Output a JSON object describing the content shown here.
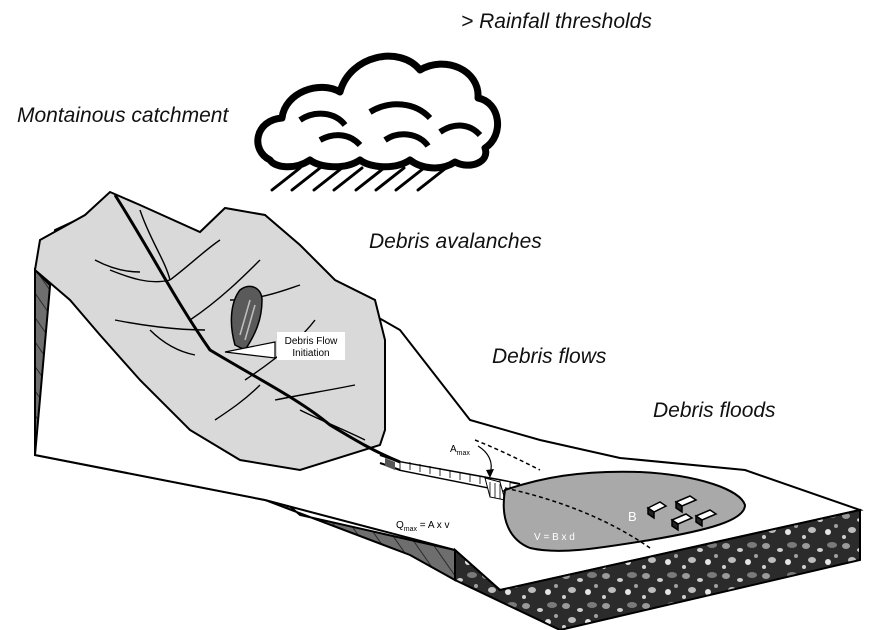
{
  "labels": {
    "rainfall": "> Rainfall thresholds",
    "catchment": "Montainous catchment",
    "avalanches": "Debris avalanches",
    "flows": "Debris flows",
    "floods": "Debris floods"
  },
  "figure": {
    "initiation_line1": "Debris Flow",
    "initiation_line2": "Initiation",
    "amax_main": "A",
    "amax_sub": "max",
    "qmax_main": "Q",
    "qmax_sub": "max",
    "qmax_rest": " = A x v",
    "volume_formula": "V = B x d",
    "fan_letter": "B"
  },
  "colors": {
    "catchment_fill": "#d9d9d9",
    "side_face": "#6e6e6e",
    "fan_fill": "#a9a9a9",
    "ink": "#111111"
  }
}
